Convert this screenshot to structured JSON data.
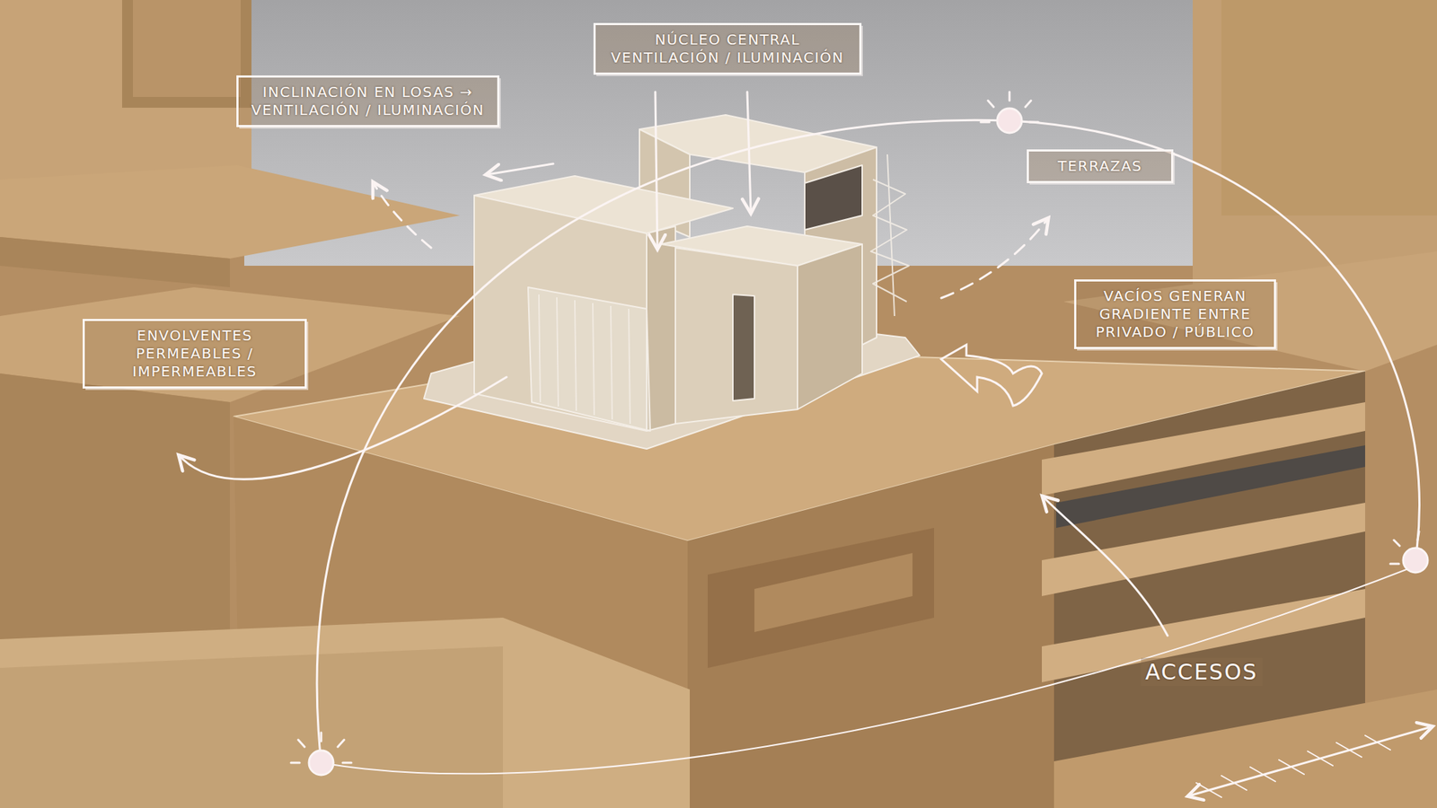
{
  "diagram": {
    "nodes": [
      {
        "text": [
          "NÚCLEO CENTRAL VENTILACIÓN / ILUMINACIÓN"
        ]
      },
      {
        "text": [
          "INCLINACIÓN EN LOSAS → VENTILACIÓN / ILUMINACIÓN"
        ]
      },
      {
        "text": [
          "TERRAZAS"
        ]
      },
      {
        "text": [
          "ENVOLVENTES PERMEABLES / IMPERMEABLES"
        ]
      },
      {
        "text": [
          "VACÍOS GENERAN GRADIENTE ENTRE PRIVADO / PÚBLICO"
        ]
      }
    ],
    "labels": [
      "ACCESOS"
    ]
  }
}
